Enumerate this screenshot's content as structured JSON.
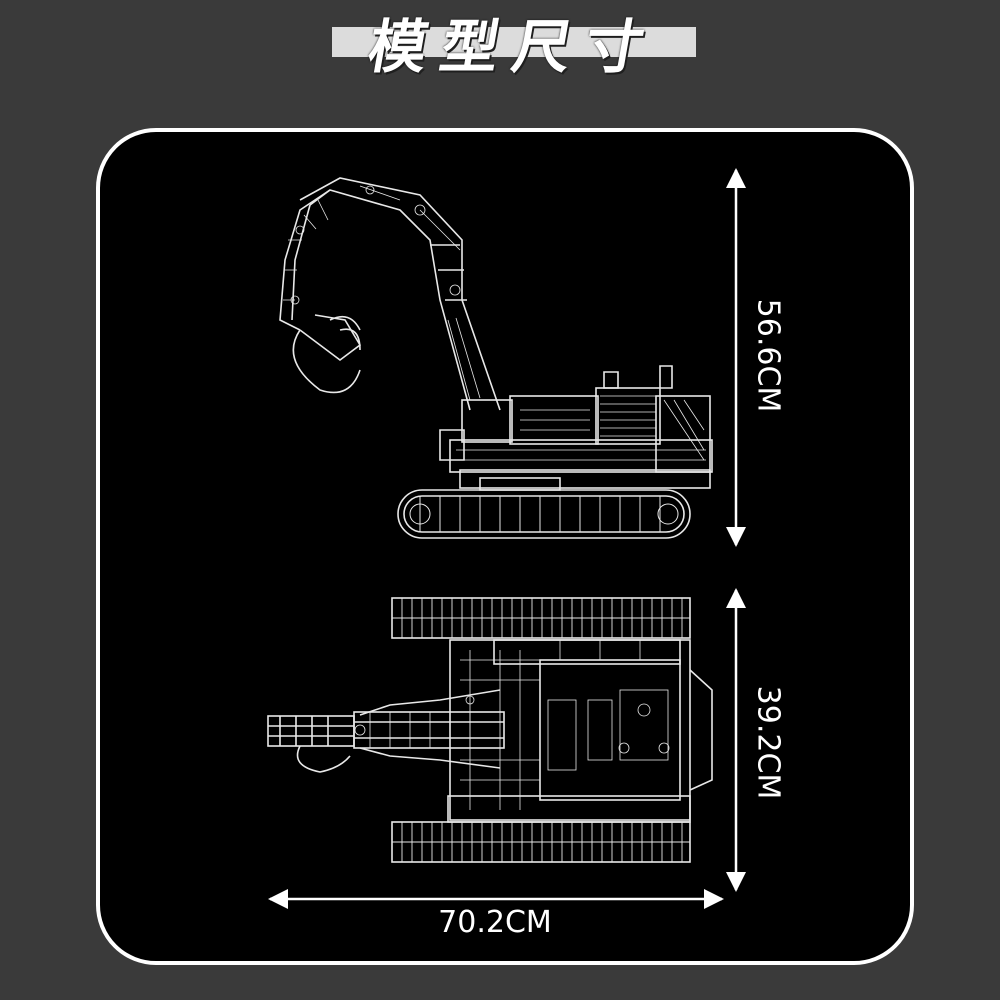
{
  "header": {
    "title": "模型尺寸"
  },
  "dimensions": {
    "side_height": "56.6CM",
    "top_width": "39.2CM",
    "length": "70.2CM"
  },
  "colors": {
    "background": "#3a3a3a",
    "panel": "#000000",
    "line": "#ffffff",
    "title_band": "#dcdcdc"
  },
  "views": [
    {
      "name": "side-view",
      "icon": "excavator-side-icon"
    },
    {
      "name": "top-view",
      "icon": "excavator-top-icon"
    }
  ]
}
